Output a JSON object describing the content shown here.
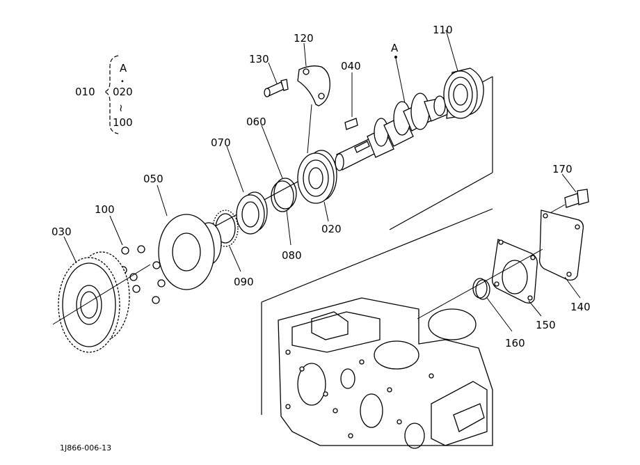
{
  "bracket": {
    "group_label": "010",
    "ref_letter": "A",
    "dot": "•",
    "range_start": "020",
    "range_symbol": "≀",
    "range_end": "100"
  },
  "ref_mark": "A",
  "callouts": [
    "020",
    "030",
    "040",
    "050",
    "060",
    "070",
    "080",
    "090",
    "100",
    "110",
    "120",
    "130",
    "140",
    "150",
    "160",
    "170"
  ],
  "drawing_code": "1J866-006-13"
}
